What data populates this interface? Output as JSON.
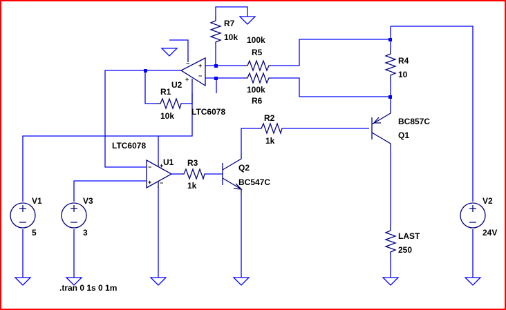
{
  "colors": {
    "frame": "#ff0000",
    "wire": "#0000ff",
    "symbol": "#000080",
    "background": "#ffffff",
    "text": "#000000"
  },
  "labels": {
    "r7_name": "R7",
    "r7_value": "10k",
    "r5_name": "R5",
    "r5_value": "100k",
    "r6_name": "R6",
    "r6_value": "100k",
    "r4_name": "R4",
    "r4_value": "10",
    "r1_name": "R1",
    "r1_value": "10k",
    "r2_name": "R2",
    "r2_value": "1k",
    "r3_name": "R3",
    "r3_value": "1k",
    "u2_name": "U2",
    "u2_part": "LTC6078",
    "u1_name": "U1",
    "u1_part": "LTC6078",
    "q1_name": "Q1",
    "q1_part": "BC857C",
    "q2_name": "Q2",
    "q2_part": "BC547C",
    "v1_name": "V1",
    "v1_value": "5",
    "v2_name": "V2",
    "v2_value": "24V",
    "v3_name": "V3",
    "v3_value": "3",
    "load_name": "LAST",
    "load_value": "250",
    "directive": ".tran 0 1s 0 1m",
    "plus": "+",
    "minus": "−"
  }
}
